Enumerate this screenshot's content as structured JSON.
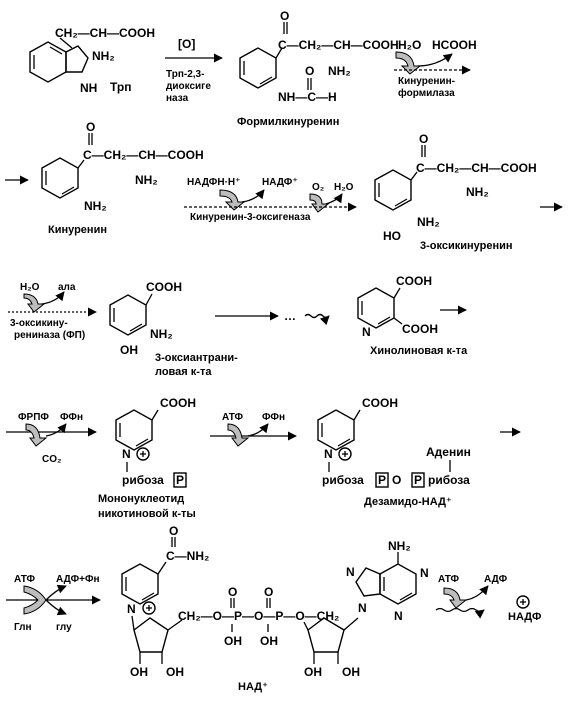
{
  "trp": {
    "side_chain": "CH₂—CH—COOH",
    "nh2": "NH₂",
    "nh": "NH",
    "name": "Трп"
  },
  "step1": {
    "cofactor": "[O]",
    "enzyme_line1": "Трп-2,3-",
    "enzyme_line2": "диоксиге",
    "enzyme_line3": "наза"
  },
  "formylkynurenine": {
    "o": "O",
    "chain": "C—CH₂—CH—COOH",
    "nh2": "NH₂",
    "formyl_o": "O",
    "nh_formyl": "NH—C—H",
    "name": "Формилкинуренин"
  },
  "step2": {
    "in": "H₂O",
    "out": "HCOOH",
    "enzyme_line1": "Кинуренин-",
    "enzyme_line2": "формилаза"
  },
  "kynurenine": {
    "o": "O",
    "chain": "C—CH₂—CH—COOH",
    "nh2_side": "NH₂",
    "nh2_ring": "NH₂",
    "name": "Кинуренин"
  },
  "step3": {
    "in": "НАДФН·Н⁺",
    "out": "НАДФ⁺",
    "o2": "O₂",
    "h2o": "H₂O",
    "enzyme": "Кинуренин-3-оксигеназа"
  },
  "hydroxykynurenine": {
    "o": "O",
    "chain": "C—CH₂—CH—COOH",
    "nh2_side": "NH₂",
    "nh2_ring": "NH₂",
    "oh": "HO",
    "name": "3-оксикинуренин"
  },
  "step4": {
    "in": "H₂O",
    "out": "ала",
    "enzyme_line1": "3-оксикину-",
    "enzyme_line2": "рениназа (ФП)"
  },
  "hydroxyanthranilate": {
    "cooh": "COOH",
    "nh2": "NH₂",
    "oh": "OH",
    "name_line1": "3-оксиантрани-",
    "name_line2": "ловая к-та"
  },
  "dots": "…",
  "quinolinic": {
    "cooh1": "COOH",
    "cooh2": "COOH",
    "n": "N",
    "name": "Хинолиновая к-та"
  },
  "step5": {
    "in": "ФРПФ",
    "out": "ФФн",
    "co2": "CO₂"
  },
  "nicotinate_mononuc": {
    "cooh": "COOH",
    "n": "N",
    "ribose": "рибоза",
    "p": "P",
    "name_line1": "Мононуклеотид",
    "name_line2": "никотиновой к-ты"
  },
  "step6": {
    "in": "АТФ",
    "out": "ФФн"
  },
  "desamido_nad": {
    "cooh": "COOH",
    "n": "N",
    "adenine": "Аденин",
    "chain_ribose1": "рибоза",
    "p1": "P",
    "o": "O",
    "p2": "P",
    "chain_ribose2": "рибоза",
    "name": "Дезамидо-НАД⁺"
  },
  "step7": {
    "in1": "АТФ",
    "out1": "АДФ+Фн",
    "in2": "Глн",
    "out2": "глу"
  },
  "nad": {
    "amide_o": "O",
    "amide": "C—NH₂",
    "n": "N",
    "linker": "CH₂—O—P—O—P—O—CH₂",
    "p_o1": "O",
    "p_o2": "O",
    "p_oh1": "OH",
    "p_oh2": "OH",
    "oh1": "OH",
    "oh2": "OH",
    "oh3": "OH",
    "oh4": "OH",
    "adenine_nh2": "NH₂",
    "n1": "N",
    "n2": "N",
    "n3": "N",
    "n4": "N",
    "name": "НАД⁺"
  },
  "step8": {
    "in": "АТФ",
    "out": "АДФ",
    "product": "НАДФ"
  }
}
